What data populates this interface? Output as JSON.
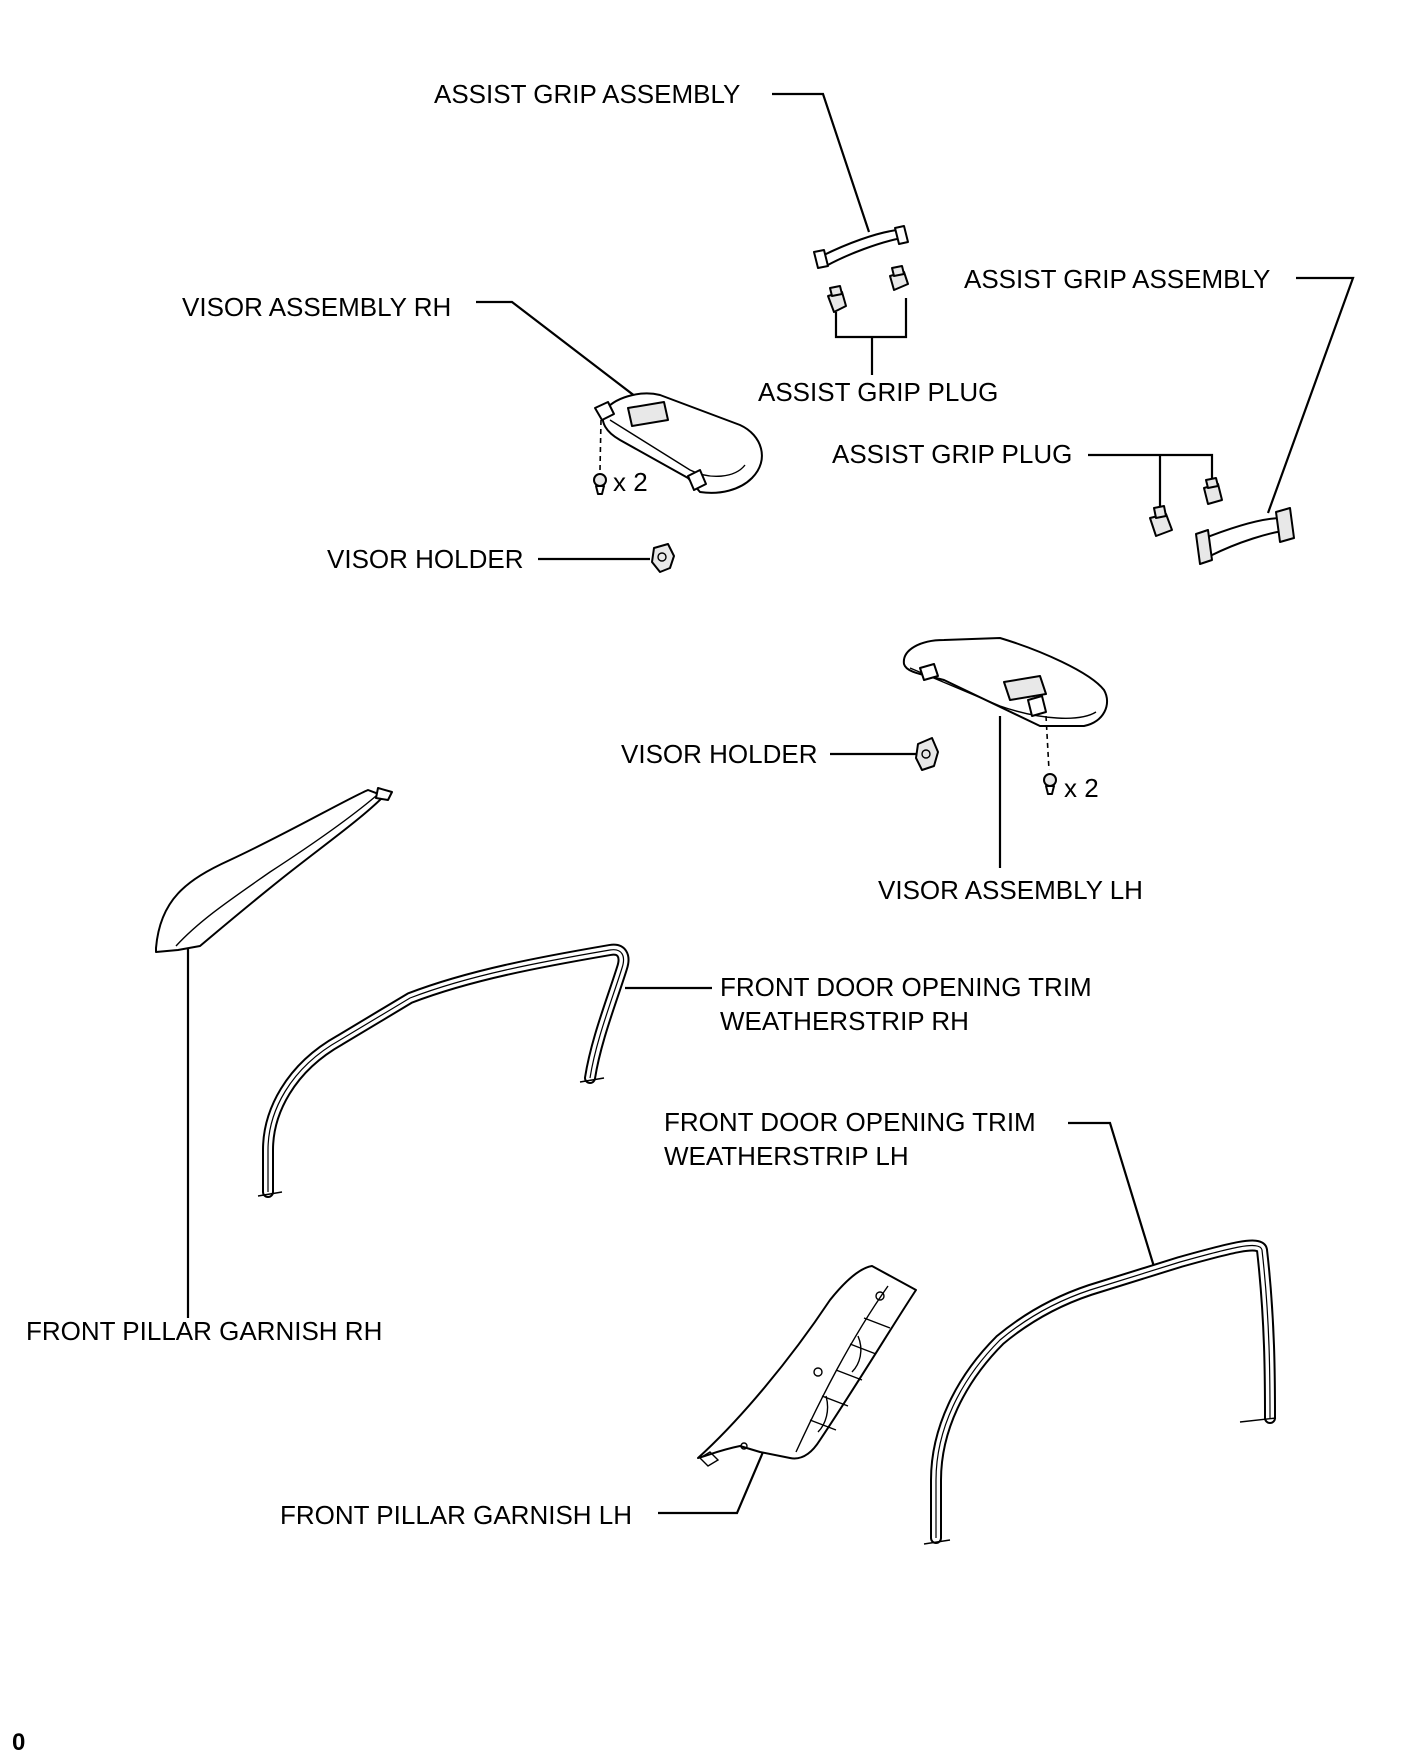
{
  "labels": {
    "assist_grip_assembly_1": "ASSIST GRIP ASSEMBLY",
    "assist_grip_assembly_2": "ASSIST GRIP ASSEMBLY",
    "visor_assembly_rh": "VISOR ASSEMBLY RH",
    "assist_grip_plug_1": "ASSIST GRIP PLUG",
    "assist_grip_plug_2": "ASSIST GRIP PLUG",
    "visor_screw_count_rh": "x 2",
    "visor_holder_1": "VISOR HOLDER",
    "visor_holder_2": "VISOR HOLDER",
    "visor_screw_count_lh": "x 2",
    "visor_assembly_lh": "VISOR ASSEMBLY LH",
    "front_door_trim_rh_line1": "FRONT DOOR OPENING TRIM",
    "front_door_trim_rh_line2": "WEATHERSTRIP RH",
    "front_door_trim_lh_line1": "FRONT DOOR OPENING TRIM",
    "front_door_trim_lh_line2": "WEATHERSTRIP LH",
    "front_pillar_garnish_rh": "FRONT PILLAR GARNISH RH",
    "front_pillar_garnish_lh": "FRONT PILLAR GARNISH LH",
    "page_marker": "0"
  }
}
